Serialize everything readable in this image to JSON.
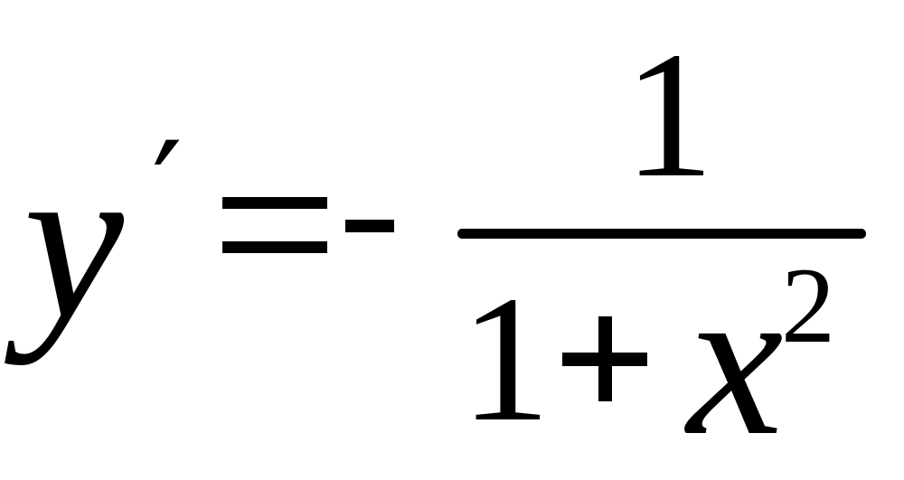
{
  "formula": {
    "lhs_variable": "y",
    "prime": "′",
    "equals": "=",
    "minus": "-",
    "numerator": "1",
    "denominator": {
      "constant": "1",
      "operator": "+",
      "variable": "x",
      "exponent": "2"
    }
  }
}
